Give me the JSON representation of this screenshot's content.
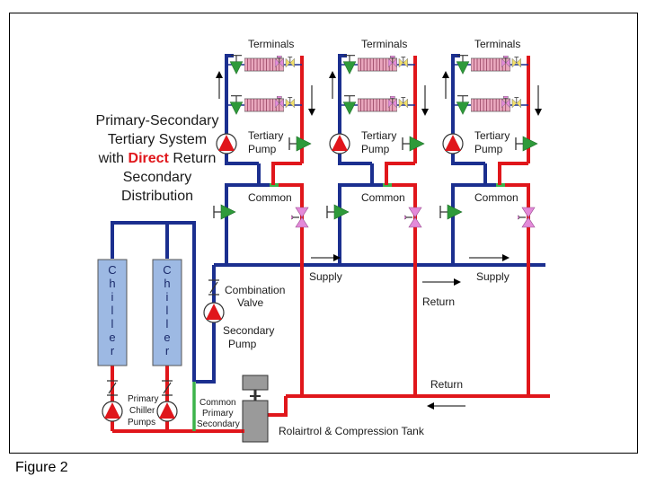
{
  "figure": {
    "caption": "Figure 2",
    "title_lines": [
      "Primary-Secondary",
      "Tertiary System"
    ],
    "title_line3_prefix": "with ",
    "title_line3_highlight": "Direct",
    "title_line3_suffix": " Return",
    "title_lines_end": [
      "Secondary",
      "Distribution"
    ]
  },
  "labels": {
    "terminals": "Terminals",
    "tertiary_pump_line1": "Tertiary",
    "tertiary_pump_line2": "Pump",
    "common": "Common",
    "supply": "Supply",
    "return": "Return",
    "combination_valve_line1": "Combination",
    "combination_valve_line2": "Valve",
    "secondary_pump_line1": "Secondary",
    "secondary_pump_line2": "Pump",
    "primary_chiller_pumps_line1": "Primary",
    "primary_chiller_pumps_line2": "Chiller",
    "primary_chiller_pumps_line3": "Pumps",
    "common_primary_secondary_line1": "Common",
    "common_primary_secondary_line2": "Primary",
    "common_primary_secondary_line3": "Secondary",
    "tank": "Rolairtrol & Compression Tank",
    "chiller_letters": [
      "C",
      "h",
      "i",
      "l",
      "l",
      "e",
      "r"
    ]
  },
  "colors": {
    "supply_pipe": "#1b2f8f",
    "return_pipe": "#e0161b",
    "common_pipe": "#3cb34a",
    "chiller_fill": "#9db9e3",
    "pump_fill": "#e0161b",
    "valve_green": "#2e9a3a",
    "valve_pink": "#e38ad9",
    "coil_fill": "#e9a7bd",
    "tank_fill": "#9a9a9a"
  },
  "icons": [
    "pump-icon",
    "check-valve-icon",
    "balancing-valve-icon",
    "terminal-coil-icon",
    "flow-arrow-icon"
  ]
}
